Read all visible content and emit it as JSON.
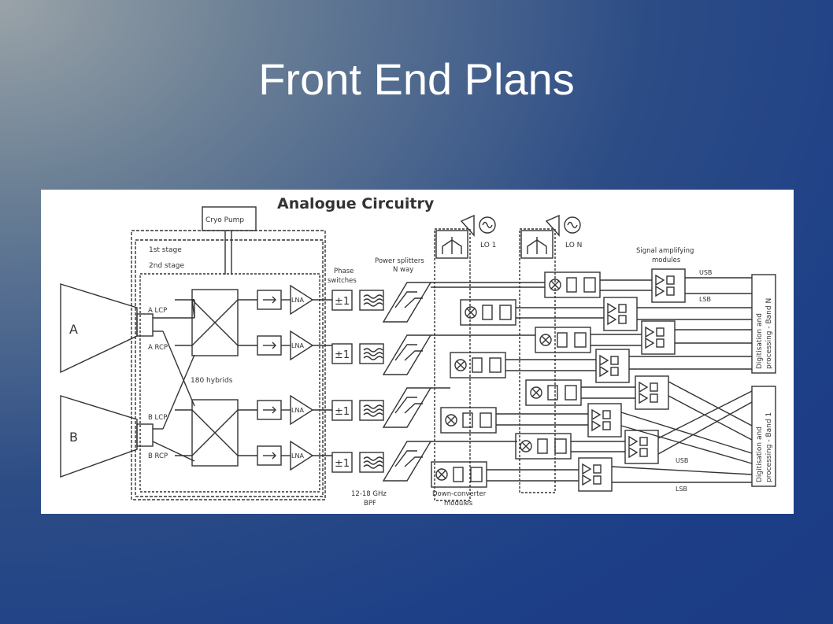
{
  "slide": {
    "title": "Front End Plans"
  },
  "diagram": {
    "title": "Analogue Circuitry",
    "labels": {
      "cryo_pump": "Cryo Pump",
      "first_stage": "1st stage",
      "second_stage": "2nd stage",
      "feed_a": "A",
      "feed_b": "B",
      "a_lcp": "A LCP",
      "a_rcp": "A RCP",
      "b_lcp": "B LCP",
      "b_rcp": "B RCP",
      "hybrids": "180 hybrids",
      "lna": "LNA",
      "phase_switches_1": "Phase",
      "phase_switches_2": "switches",
      "phase_symbol": "±1",
      "power_splitters_1": "Power splitters",
      "power_splitters_2": "N way",
      "bpf_1": "12-18 GHz",
      "bpf_2": "BPF",
      "lo1": "LO 1",
      "lon": "LO N",
      "signal_amp_1": "Signal amplifying",
      "signal_amp_2": "modules",
      "downconv_1": "Down-converter",
      "downconv_2": "modules",
      "usb": "USB",
      "lsb": "LSB",
      "digitisation_n_1": "Digitisation and",
      "digitisation_n_2": "processing - Band N",
      "digitisation_1_1": "Digitisation and",
      "digitisation_1_2": "processing - Band 1"
    }
  }
}
